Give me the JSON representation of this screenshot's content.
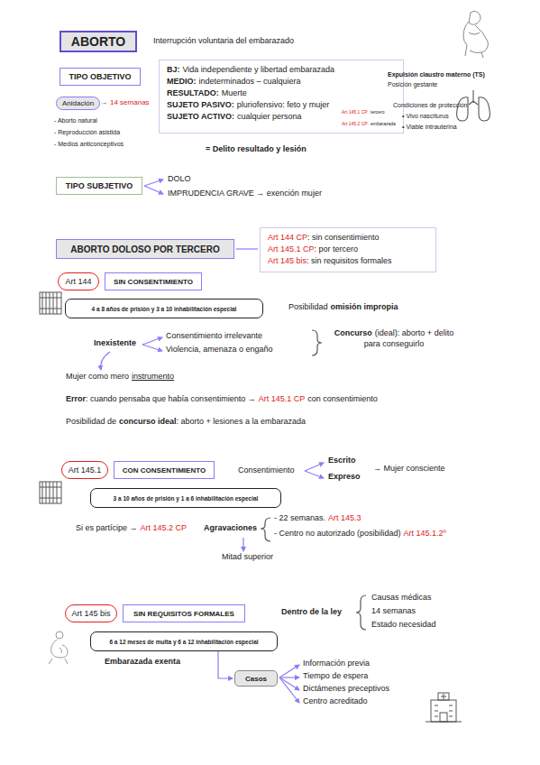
{
  "diagram": {
    "nodes": [
      {
        "text": [
          "ABORTO"
        ]
      },
      {
        "text": [
          "TIPO OBJETIVO"
        ]
      },
      {
        "text": [
          "Anidación"
        ]
      },
      {
        "text": [
          "BJ:",
          "Vida independiente y libertad embarazada",
          "MEDIO:",
          "indeterminados – cualquiera",
          "RESULTADO:",
          "Muerte",
          "SUJETO PASIVO:",
          "pluriofensivo: feto y mujer",
          "SUJETO ACTIVO:",
          "cualquier persona",
          "Art 145.1 CP:",
          "tercero",
          "Art 145.2 CP:",
          "embarazada"
        ]
      },
      {
        "text": [
          "TIPO SUBJETIVO"
        ]
      },
      {
        "text": [
          "ABORTO DOLOSO POR TERCERO"
        ]
      },
      {
        "text": [
          "Art 144 CP",
          ": sin consentimiento",
          "Art 145.1 CP",
          ": por tercero",
          "Art 145 bis",
          ": sin requisitos formales"
        ]
      },
      {
        "text": [
          "Art 144"
        ]
      },
      {
        "text": [
          "SIN CONSENTIMIENTO"
        ]
      },
      {
        "text": [
          "4 a 8 años de prisión y 3 a 10 inhabilitación especial"
        ]
      },
      {
        "text": [
          "Art 145.1"
        ]
      },
      {
        "text": [
          "CON CONSENTIMIENTO"
        ]
      },
      {
        "text": [
          "3 a 10 años de prisión y 1 a 6 inhabilitación especial"
        ]
      },
      {
        "text": [
          "Art 145 bis"
        ]
      },
      {
        "text": [
          "SIN REQUISITOS FORMALES"
        ]
      },
      {
        "text": [
          "6 a 12 meses de multa y 6 a 12 inhabilitación especial"
        ]
      },
      {
        "text": [
          "Casos"
        ]
      }
    ],
    "labels": [
      "Interrupción voluntaria del embarazado",
      "→",
      "14 semanas",
      "- Aborto natural",
      "- Reproducción asistida",
      "- Medios anticonceptivos",
      "Expulsión claustro materno (TS)",
      "Posición gestante",
      "Condiciones de protección",
      "• Vivo nasciturus",
      "• Viable intrauterina",
      "= Delito resultado y lesión",
      "DOLO",
      "IMPRUDENCIA GRAVE → exención mujer",
      "Posibilidad",
      "omisión impropia",
      "Consentimiento irrelevante",
      "Violencia, amenaza o engaño",
      "Inexistente",
      "Concurso",
      "(ideal): aborto + delito para conseguirlo",
      "Mujer como mero",
      "instrumento",
      "Error",
      ": cuando pensaba que había consentimiento →",
      "Art 145.1 CP",
      "con consentimiento",
      "Posibilidad de",
      "concurso ideal",
      ": aborto + lesiones a la embarazada",
      "Consentimiento",
      "Escrito",
      "Expreso",
      "→ Mujer consciente",
      "Si es partícipe →",
      "Art 145.2 CP",
      "Agravaciones",
      "- 22 semanas.",
      "Art 145.3",
      "- Centro no autorizado (posibilidad)",
      "Art 145.1.2º",
      "Mitad superior",
      "Dentro de la ley",
      "Causas médicas",
      "14 semanas",
      "Estado necesidad",
      "Embarazada exenta",
      "Información previa",
      "Tiempo de espera",
      "Dictámenes preceptivos",
      "Centro acreditado"
    ]
  }
}
